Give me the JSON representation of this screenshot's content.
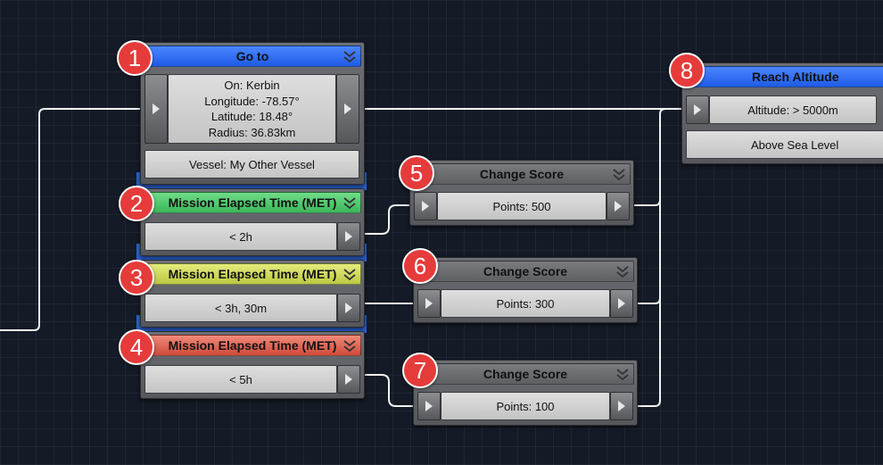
{
  "nodes": {
    "goto": {
      "title": "Go to",
      "on": "On: Kerbin",
      "longitude": "Longitude: -78.57°",
      "latitude": "Latitude: 18.48°",
      "radius": "Radius: 36.83km",
      "vessel": "Vessel: My Other Vessel",
      "header_color": "#1e5be6"
    },
    "met_green": {
      "title": "Mission Elapsed Time (MET)",
      "value": "< 2h",
      "header_color": "#3bb75a"
    },
    "met_yellow": {
      "title": "Mission Elapsed Time (MET)",
      "value": "< 3h, 30m",
      "header_color": "#bcc843"
    },
    "met_red": {
      "title": "Mission Elapsed Time (MET)",
      "value": "< 5h",
      "header_color": "#cf4a3a"
    },
    "score_500": {
      "title": "Change Score",
      "value": "Points: 500"
    },
    "score_300": {
      "title": "Change Score",
      "value": "Points: 300"
    },
    "score_100": {
      "title": "Change Score",
      "value": "Points: 100"
    },
    "reach_altitude": {
      "title": "Reach Altitude",
      "altitude": "Altitude: > 5000m",
      "reference": "Above Sea Level",
      "header_color": "#1e5be6"
    }
  },
  "badges": [
    "1",
    "2",
    "3",
    "4",
    "5",
    "6",
    "7",
    "8"
  ],
  "icons": {
    "collapse": "double-chevron-down-icon",
    "port": "triangle-right-icon"
  },
  "colors": {
    "background": "#141a26",
    "badge": "#e63b3b",
    "wire": "#ffffff"
  }
}
